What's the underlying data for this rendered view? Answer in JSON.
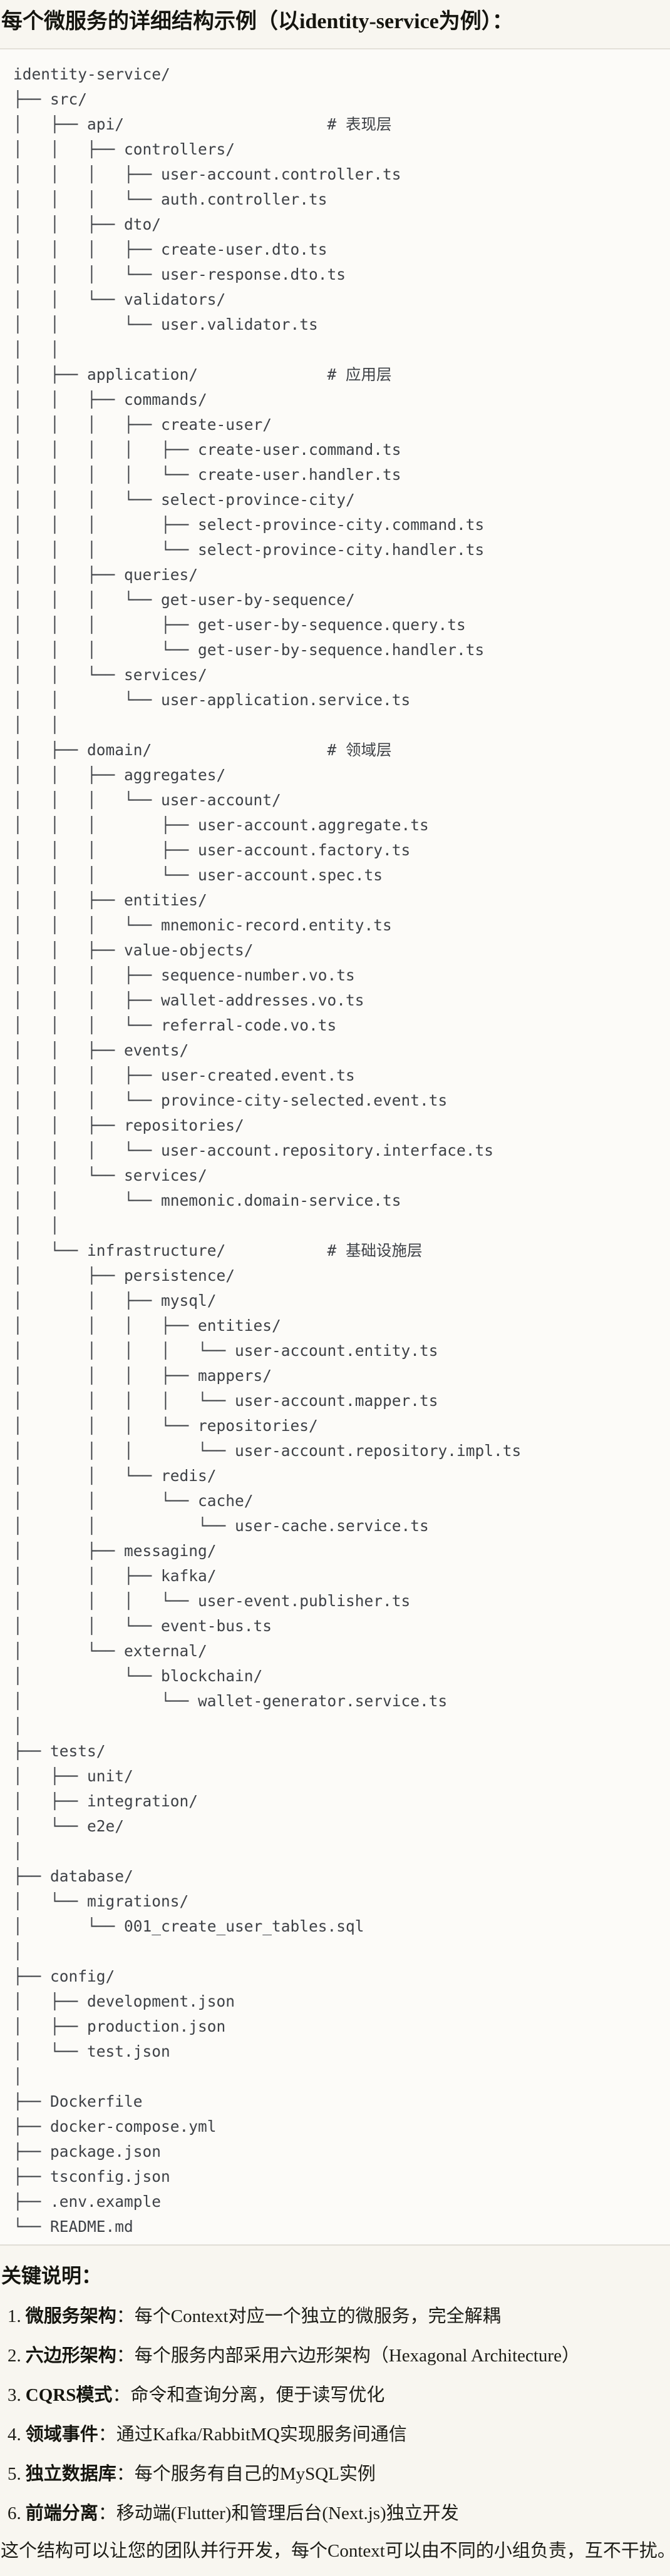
{
  "header": {
    "title": "每个微服务的详细结构示例（以identity-service为例）："
  },
  "tree": {
    "lines": [
      "identity-service/",
      "├── src/",
      "│   ├── api/                      # 表现层",
      "│   │   ├── controllers/",
      "│   │   │   ├── user-account.controller.ts",
      "│   │   │   └── auth.controller.ts",
      "│   │   ├── dto/",
      "│   │   │   ├── create-user.dto.ts",
      "│   │   │   └── user-response.dto.ts",
      "│   │   └── validators/",
      "│   │       └── user.validator.ts",
      "│   │",
      "│   ├── application/              # 应用层",
      "│   │   ├── commands/",
      "│   │   │   ├── create-user/",
      "│   │   │   │   ├── create-user.command.ts",
      "│   │   │   │   └── create-user.handler.ts",
      "│   │   │   └── select-province-city/",
      "│   │   │       ├── select-province-city.command.ts",
      "│   │   │       └── select-province-city.handler.ts",
      "│   │   ├── queries/",
      "│   │   │   └── get-user-by-sequence/",
      "│   │   │       ├── get-user-by-sequence.query.ts",
      "│   │   │       └── get-user-by-sequence.handler.ts",
      "│   │   └── services/",
      "│   │       └── user-application.service.ts",
      "│   │",
      "│   ├── domain/                   # 领域层",
      "│   │   ├── aggregates/",
      "│   │   │   └── user-account/",
      "│   │   │       ├── user-account.aggregate.ts",
      "│   │   │       ├── user-account.factory.ts",
      "│   │   │       └── user-account.spec.ts",
      "│   │   ├── entities/",
      "│   │   │   └── mnemonic-record.entity.ts",
      "│   │   ├── value-objects/",
      "│   │   │   ├── sequence-number.vo.ts",
      "│   │   │   ├── wallet-addresses.vo.ts",
      "│   │   │   └── referral-code.vo.ts",
      "│   │   ├── events/",
      "│   │   │   ├── user-created.event.ts",
      "│   │   │   └── province-city-selected.event.ts",
      "│   │   ├── repositories/",
      "│   │   │   └── user-account.repository.interface.ts",
      "│   │   └── services/",
      "│   │       └── mnemonic.domain-service.ts",
      "│   │",
      "│   └── infrastructure/           # 基础设施层",
      "│       ├── persistence/",
      "│       │   ├── mysql/",
      "│       │   │   ├── entities/",
      "│       │   │   │   └── user-account.entity.ts",
      "│       │   │   ├── mappers/",
      "│       │   │   │   └── user-account.mapper.ts",
      "│       │   │   └── repositories/",
      "│       │   │       └── user-account.repository.impl.ts",
      "│       │   └── redis/",
      "│       │       └── cache/",
      "│       │           └── user-cache.service.ts",
      "│       ├── messaging/",
      "│       │   ├── kafka/",
      "│       │   │   └── user-event.publisher.ts",
      "│       │   └── event-bus.ts",
      "│       └── external/",
      "│           └── blockchain/",
      "│               └── wallet-generator.service.ts",
      "│",
      "├── tests/",
      "│   ├── unit/",
      "│   ├── integration/",
      "│   └── e2e/",
      "│",
      "├── database/",
      "│   └── migrations/",
      "│       └── 001_create_user_tables.sql",
      "│",
      "├── config/",
      "│   ├── development.json",
      "│   ├── production.json",
      "│   └── test.json",
      "│",
      "├── Dockerfile",
      "├── docker-compose.yml",
      "├── package.json",
      "├── tsconfig.json",
      "├── .env.example",
      "└── README.md"
    ]
  },
  "notes": {
    "heading": "关键说明：",
    "colon": "：",
    "items": [
      {
        "num": "1.",
        "term": "微服务架构",
        "desc": "每个Context对应一个独立的微服务，完全解耦"
      },
      {
        "num": "2.",
        "term": "六边形架构",
        "desc": "每个服务内部采用六边形架构（Hexagonal Architecture）"
      },
      {
        "num": "3.",
        "term": "CQRS模式",
        "desc": "命令和查询分离，便于读写优化"
      },
      {
        "num": "4.",
        "term": "领域事件",
        "desc": "通过Kafka/RabbitMQ实现服务间通信"
      },
      {
        "num": "5.",
        "term": "独立数据库",
        "desc": "每个服务有自己的MySQL实例"
      },
      {
        "num": "6.",
        "term": "前端分离",
        "desc": "移动端(Flutter)和管理后台(Next.js)独立开发"
      }
    ],
    "footer": "这个结构可以让您的团队并行开发，每个Context可以由不同的小组负责，互不干扰。"
  },
  "colors": {
    "page_bg": "#F8F6F0",
    "code_bg": "#FCFBF8",
    "divider": "#E3E0D8",
    "tree_text": "#3E4146",
    "body_text": "#1D1D17"
  }
}
